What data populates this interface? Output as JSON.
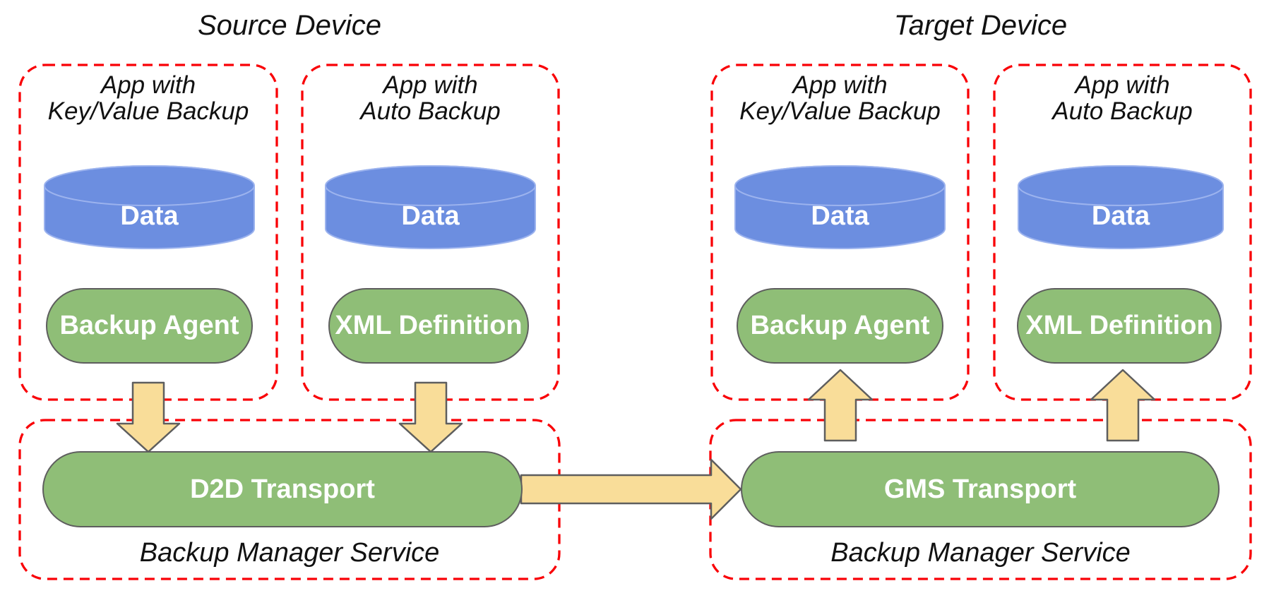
{
  "colors": {
    "border_red": "#F90006",
    "shape_green": "#8FBE77",
    "shape_blue": "#6C8EE0",
    "shape_blue_border": "#9CB3EE",
    "arrow_yellow": "#F9DD99",
    "outline_gray": "#5E5E5E",
    "text_dark": "#111111",
    "text_light": "#FFFFFF"
  },
  "source_device": {
    "title": "Source Device",
    "apps": [
      {
        "title_line1": "App with",
        "title_line2": "Key/Value Backup",
        "data_store": "Data",
        "component": "Backup Agent"
      },
      {
        "title_line1": "App with",
        "title_line2": "Auto Backup",
        "data_store": "Data",
        "component": "XML Definition"
      }
    ],
    "service": {
      "transport": "D2D Transport",
      "label": "Backup Manager Service"
    }
  },
  "target_device": {
    "title": "Target Device",
    "apps": [
      {
        "title_line1": "App with",
        "title_line2": "Key/Value Backup",
        "data_store": "Data",
        "component": "Backup Agent"
      },
      {
        "title_line1": "App with",
        "title_line2": "Auto Backup",
        "data_store": "Data",
        "component": "XML Definition"
      }
    ],
    "service": {
      "transport": "GMS Transport",
      "label": "Backup Manager Service"
    }
  },
  "arrows": {
    "down_arrows": "backup data flows down into Backup Manager Service",
    "right_arrow": "D2D Transport to GMS Transport",
    "up_arrows": "restore data flows up into target apps"
  }
}
